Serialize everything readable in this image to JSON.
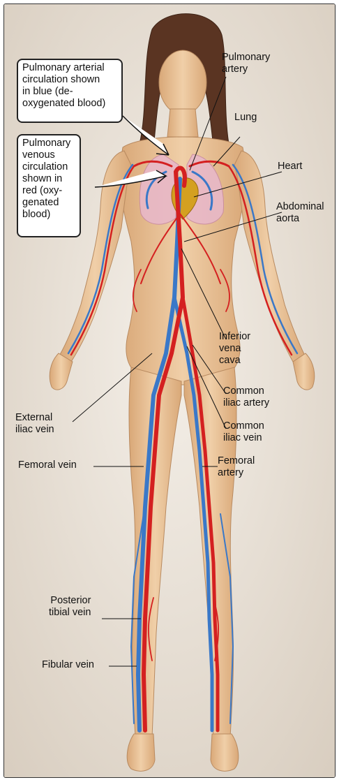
{
  "callouts": {
    "arterial": "Pulmonary arterial\ncirculation shown\nin blue (de-\noxygenated blood)",
    "venous": "Pulmonary\nvenous\ncirculation\nshown in\nred (oxy-\ngenated\nblood)"
  },
  "labels": {
    "pulmonary_artery": "Pulmonary\nartery",
    "lung": "Lung",
    "heart": "Heart",
    "abdominal_aorta": "Abdominal\naorta",
    "inferior_vena_cava": "Inferior\nvena\ncava",
    "common_iliac_artery": "Common\niliac artery",
    "common_iliac_vein": "Common\niliac vein",
    "external_iliac_vein": "External\niliac vein",
    "femoral_vein": "Femoral vein",
    "femoral_artery": "Femoral\nartery",
    "posterior_tibial_vein": "Posterior\ntibial vein",
    "fibular_vein": "Fibular vein"
  },
  "colors": {
    "background": "#ece4da",
    "skin": "#e8c39c",
    "artery": "#d42020",
    "vein": "#3a78c8",
    "lung": "#e8b8c8",
    "hair": "#5a3422"
  }
}
